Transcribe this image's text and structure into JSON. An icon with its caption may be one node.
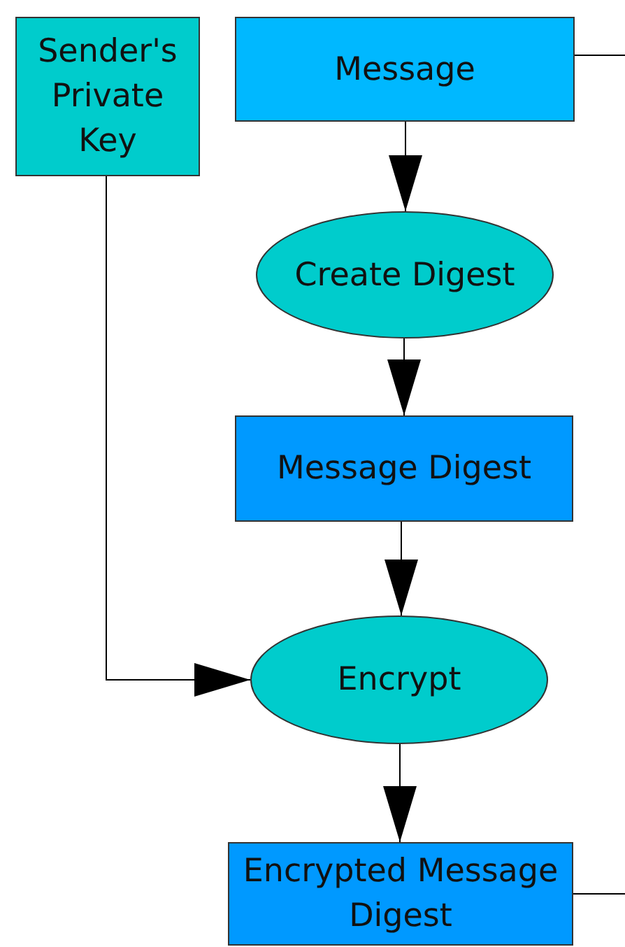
{
  "diagram": {
    "nodes": [
      {
        "text": [
          "Sender's Private Key"
        ]
      },
      {
        "text": [
          "Message"
        ]
      },
      {
        "text": [
          "Create Digest"
        ]
      },
      {
        "text": [
          "Message Digest"
        ]
      },
      {
        "text": [
          "Encrypt"
        ]
      },
      {
        "text": [
          "Encrypted Message Digest"
        ]
      }
    ],
    "edges": [
      {
        "from": 1,
        "to": 2,
        "arrow": "to"
      },
      {
        "from": 2,
        "to": 3,
        "arrow": "to"
      },
      {
        "from": 3,
        "to": 4,
        "arrow": "to"
      },
      {
        "from": 0,
        "to": 4,
        "arrow": "to"
      },
      {
        "from": 4,
        "to": 5,
        "arrow": "to"
      },
      {
        "from": 1,
        "to": null,
        "arrow": "none"
      },
      {
        "from": 5,
        "to": null,
        "arrow": "none"
      }
    ]
  }
}
